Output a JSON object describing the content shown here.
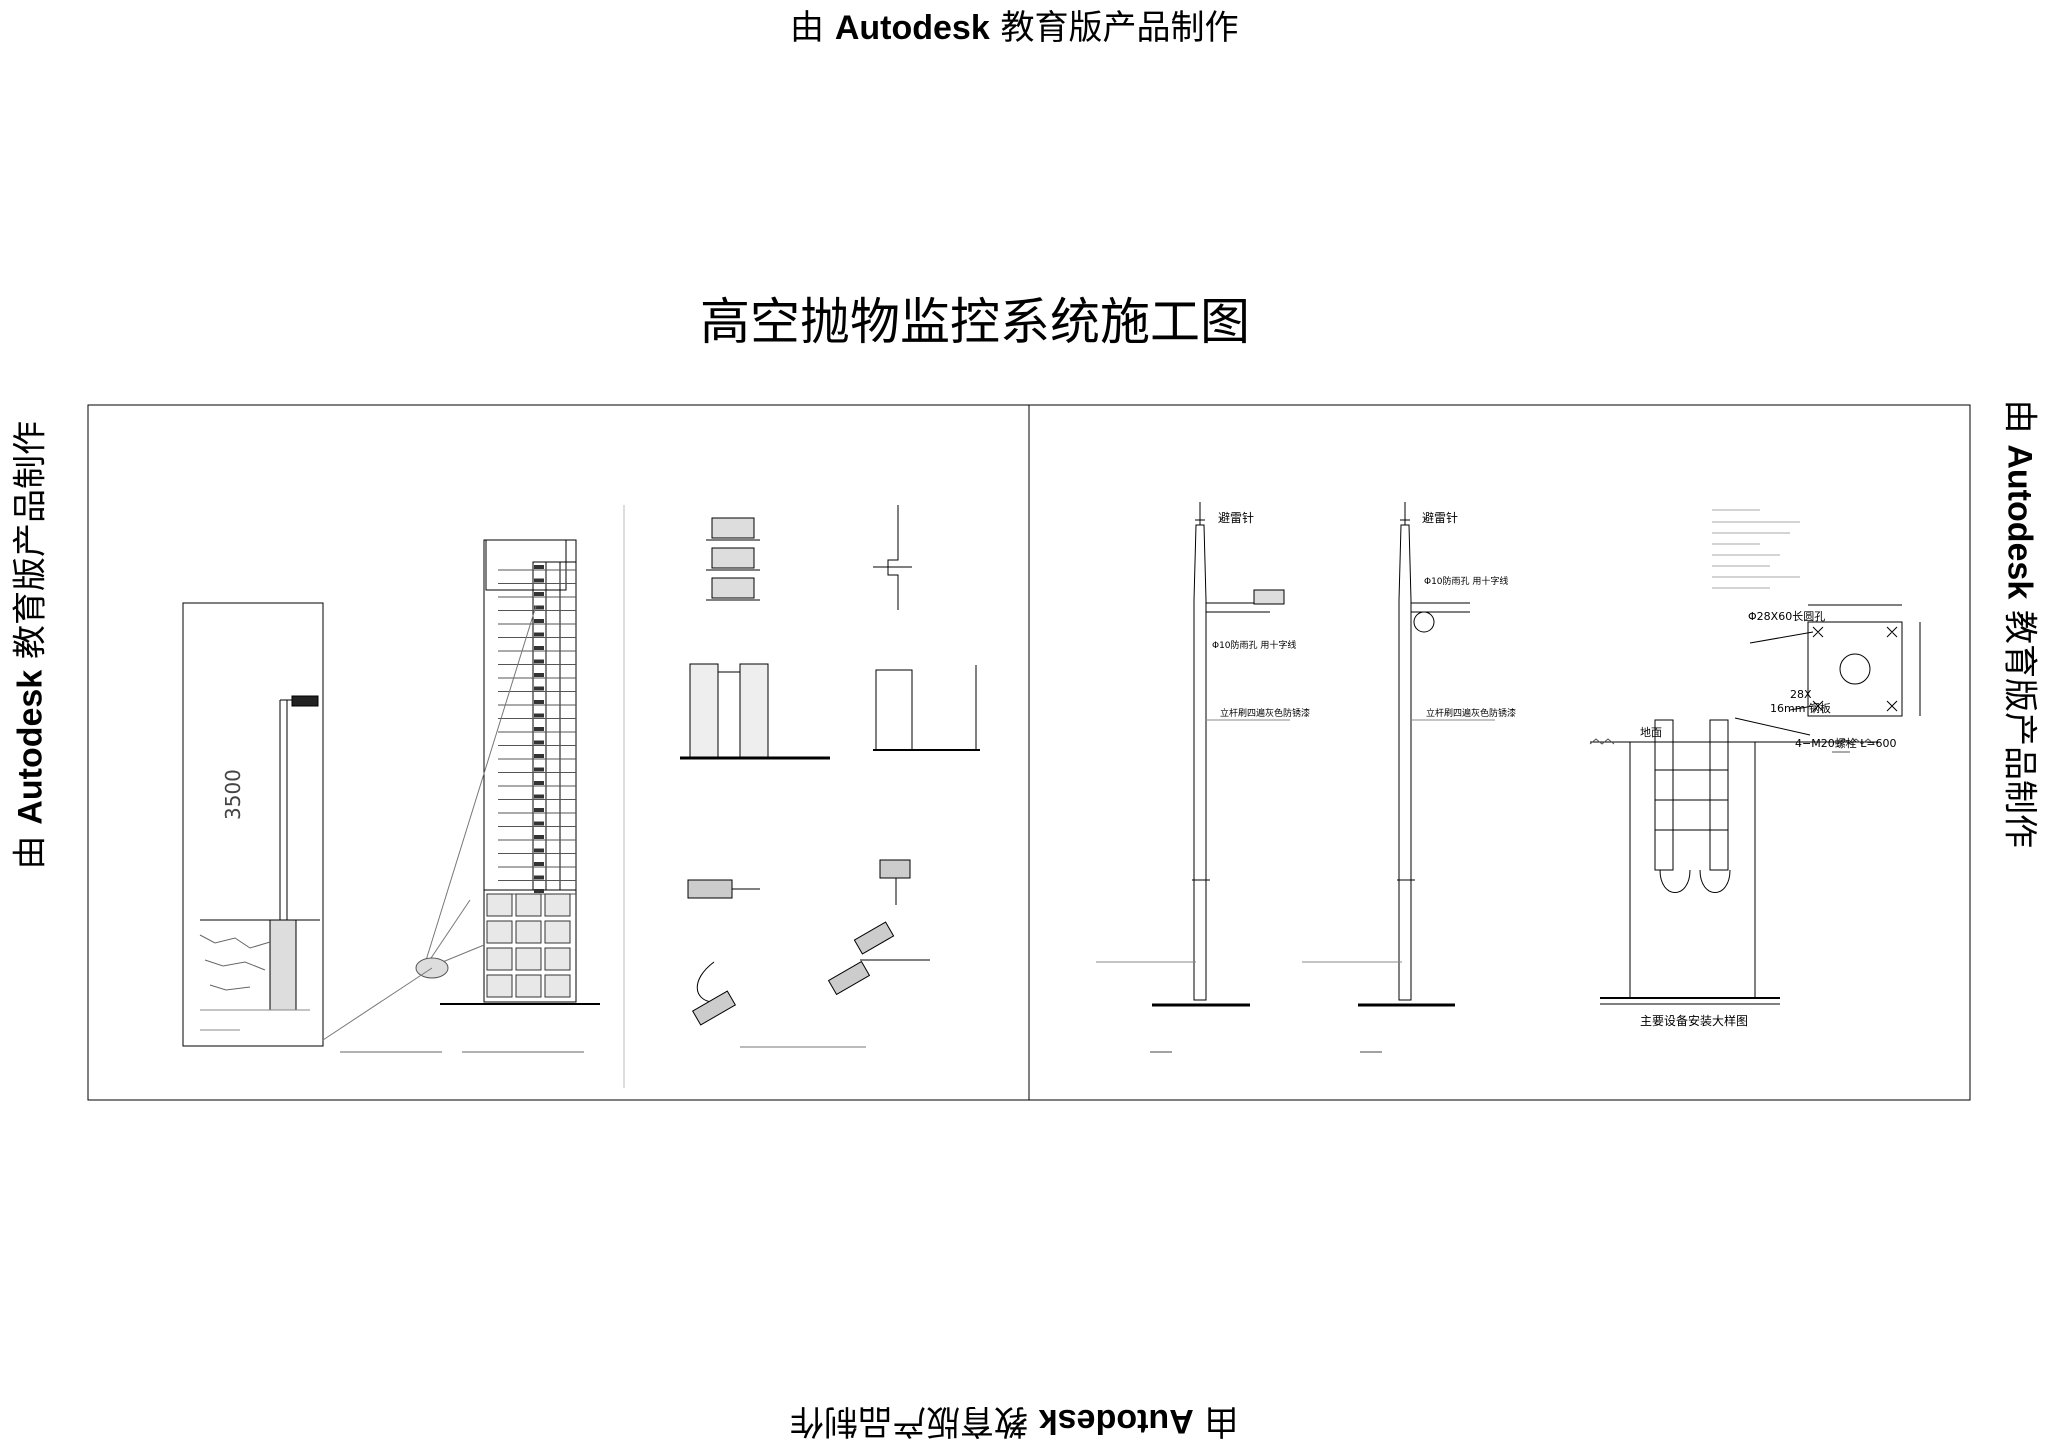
{
  "watermark": {
    "prefix": "由",
    "brand": "Autodesk",
    "suffix": "教育版产品制作"
  },
  "title": "高空抛物监控系统施工图",
  "labels": {
    "height_3500": "3500",
    "lightning_rod": "避雷针",
    "hole_note": "Φ10防雨孔  用十字线",
    "pole_note": "立杆刷四遍灰色防锈漆",
    "anchor_holes": "Φ28X60长圆孔",
    "plate_28x": "28X",
    "plate_16mm": "16mm 钢板",
    "bolt_spec": "4−M20螺栓 L=600",
    "ground": "地面",
    "detail_caption": "主要设备安装大样图"
  }
}
